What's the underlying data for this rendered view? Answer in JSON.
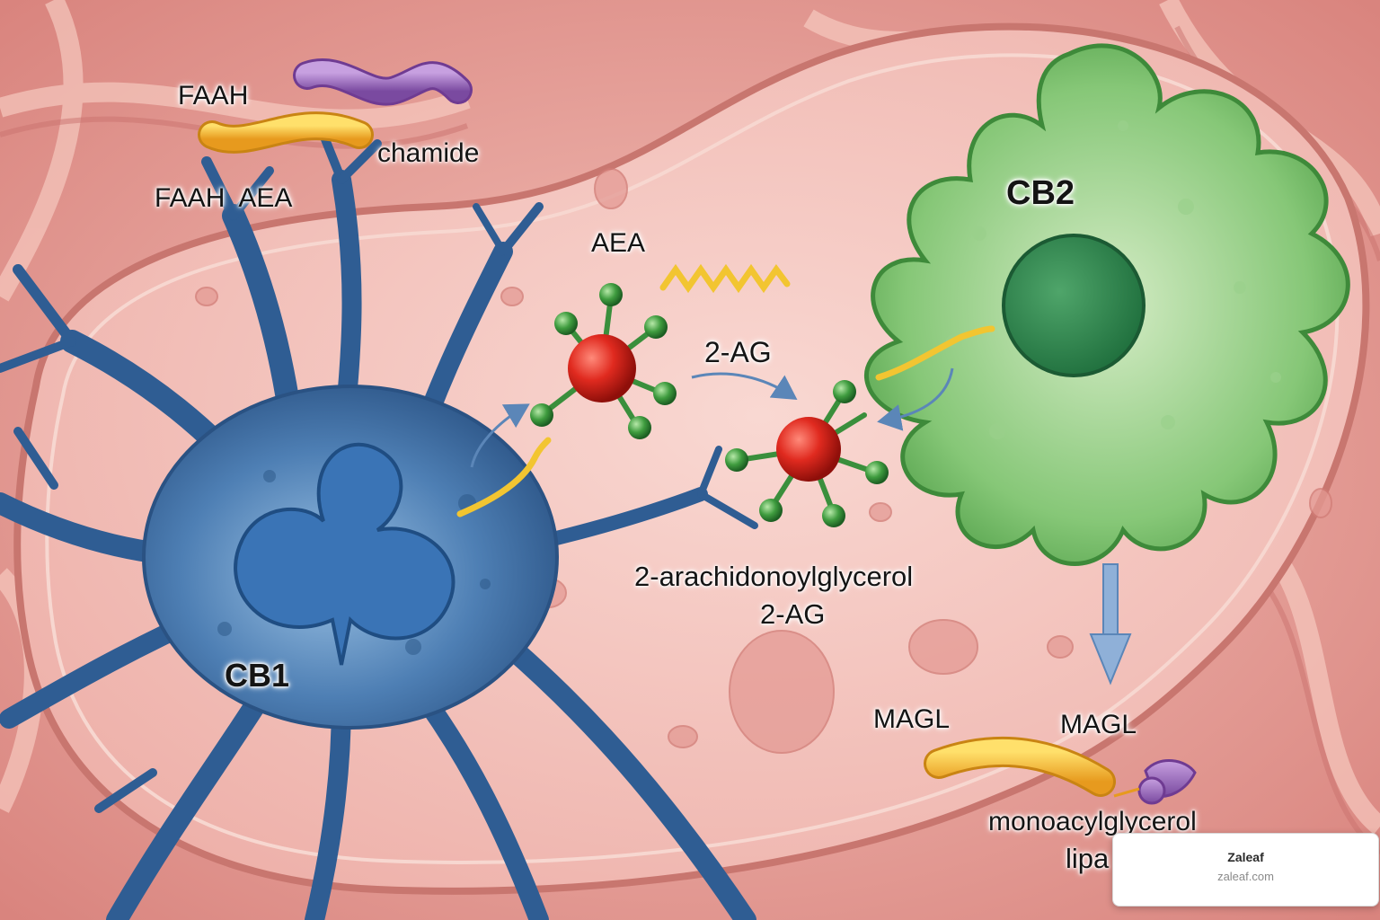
{
  "labels": {
    "faah_top": "FAAH",
    "chamide": "chamide",
    "faah_aea": "FAAH  AEA",
    "aea": "AEA",
    "two_ag_arrow": "2-AG",
    "two_ag_full": "2-arachidonoylglycerol",
    "two_ag_abbr": "2-AG",
    "cb1": "CB1",
    "cb2": "CB2",
    "magl_left": "MAGL",
    "magl_right": "MAGL",
    "monoacylglycerol": "monoacylglycerol",
    "lipase_partial": "lipa"
  },
  "watermark": {
    "brand": "Zaleaf",
    "url": "zaleaf.com"
  },
  "colors": {
    "background": "#e9a6a0",
    "cb1_neuron": "#3f6fa6",
    "cb2_cell": "#6dbb5f",
    "molecule_core": "#d8261c",
    "molecule_atom": "#3a9a3c",
    "aea_chain": "#f2c531",
    "enzyme_orange": "#f0b030",
    "enzyme_purple": "#9a62b8",
    "arrow": "#5b86b8"
  },
  "icons": [
    "cb1-neuron-icon",
    "cb2-microglia-icon",
    "aea-molecule-icon",
    "two-ag-molecule-icon",
    "faah-enzyme-icon",
    "magl-enzyme-icon"
  ]
}
